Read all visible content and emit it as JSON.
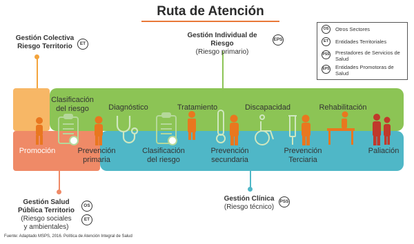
{
  "title": "Ruta de Atención",
  "top_left": {
    "line1": "Gestión Colectiva",
    "line2": "Riesgo Territorio",
    "badge": "ET"
  },
  "top_center": {
    "line1": "Gestión Individual de Riesgo",
    "line2": "(Riesgo primario)",
    "badge": "EPS"
  },
  "bottom_left": {
    "line1": "Gestión Salud",
    "line2": "Pública Territorio",
    "line3": "(Riesgo sociales",
    "line4": "y ambientales)",
    "badge1": "OS",
    "badge2": "ET"
  },
  "bottom_center": {
    "line1": "Gestión Clínica",
    "line2": "(Riesgo técnico)",
    "badge": "PSS"
  },
  "legend": [
    {
      "code": "OS",
      "text": "Otros Sectores"
    },
    {
      "code": "ET",
      "text": "Entidades Territoriales"
    },
    {
      "code": "PSS",
      "text": "Prestadores de Servicios de Salud"
    },
    {
      "code": "EPS",
      "text": "Entidades Promotoras de Salud"
    }
  ],
  "top_labels": {
    "clasificacion": "Clasificación del riesgo",
    "diagnostico": "Diagnóstico",
    "tratamiento": "Tratamiento",
    "discapacidad": "Discapacidad",
    "rehabilitacion": "Rehabilitación"
  },
  "bottom_labels": {
    "promocion": "Promoción",
    "prev_primaria": "Prevención primaria",
    "clasificacion": "Clasificación del riesgo",
    "prev_secundaria": "Prevención secundaria",
    "prev_terciaria": "Prevención Terciaria",
    "paliacion": "Paliación"
  },
  "colors": {
    "green": "#8cc455",
    "orange_light": "#f7b766",
    "salmon": "#ef8a67",
    "teal": "#4fb7c7",
    "icon": "#e9771f",
    "title_line": "#e97838"
  },
  "footnote": "Fuente: Adaptado MSPS, 2016. Política de Atención Integral de Salud"
}
